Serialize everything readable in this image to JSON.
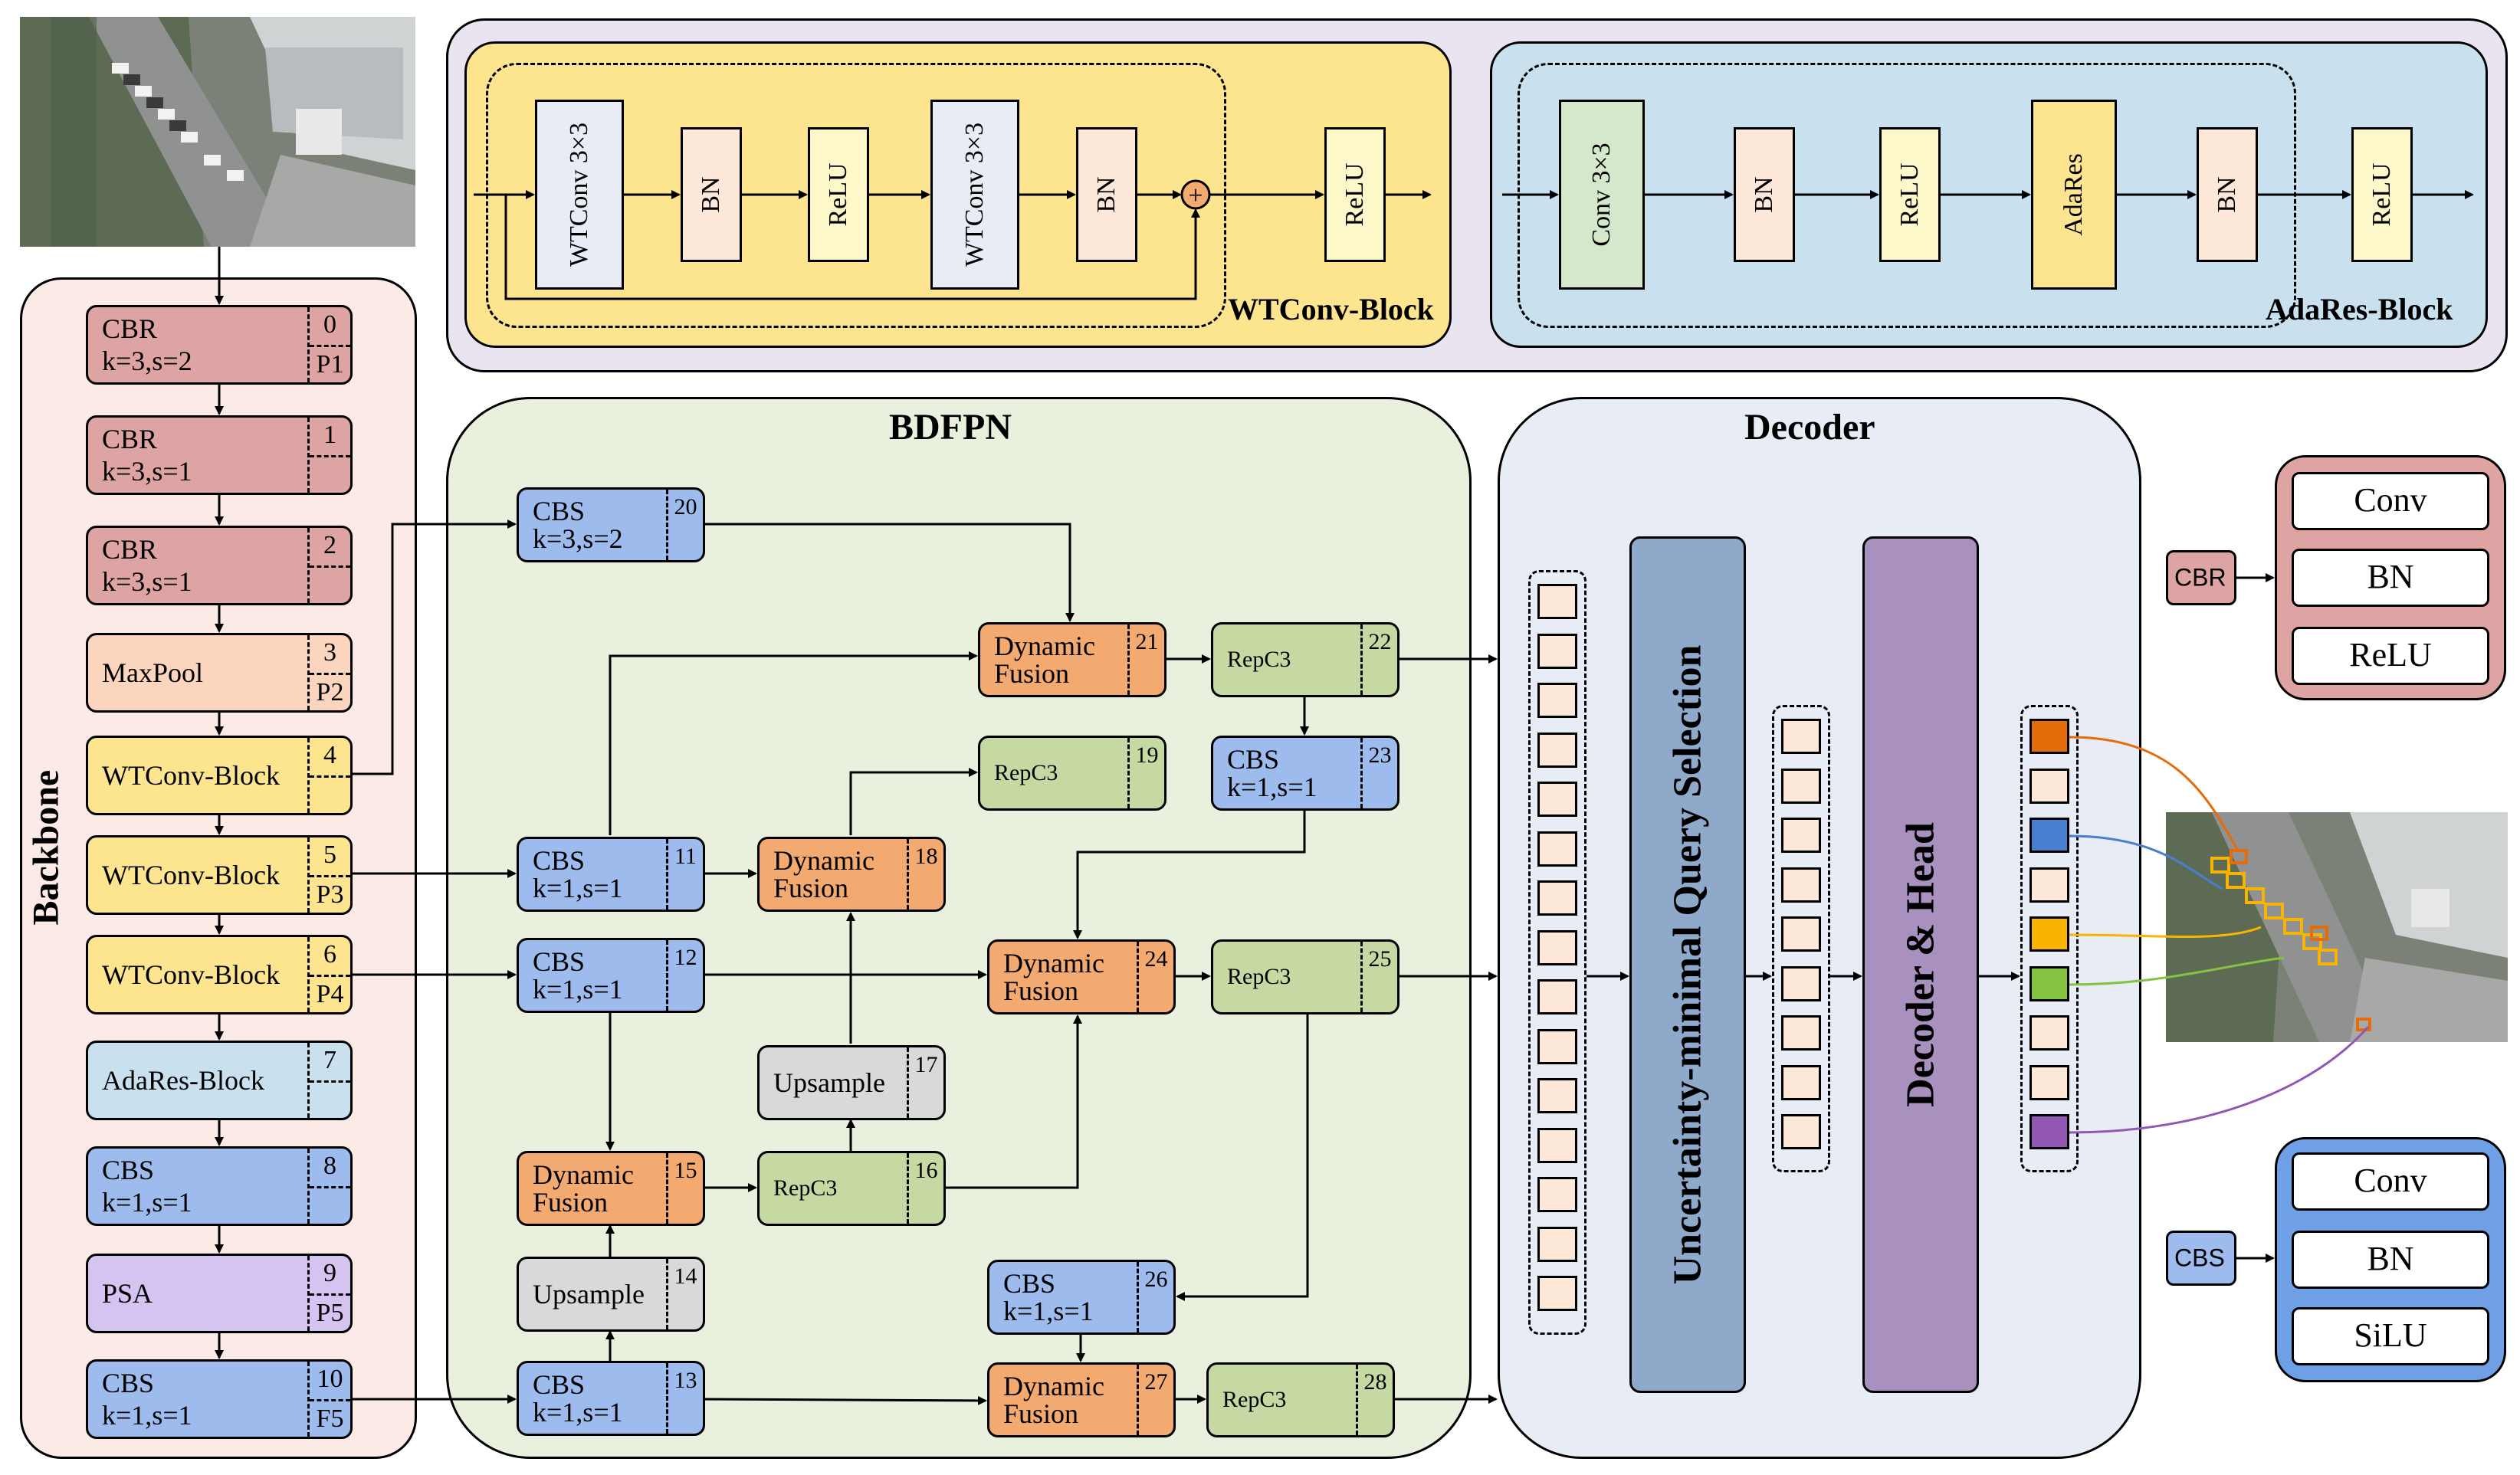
{
  "top": {
    "wtconv": {
      "title": "WTConv-Block",
      "blocks": [
        "WTConv 3×3",
        "BN",
        "ReLU",
        "WTConv 3×3",
        "BN",
        "ReLU"
      ],
      "add_symbol": "+"
    },
    "adares": {
      "title": "AdaRes-Block",
      "blocks": [
        "Conv 3×3",
        "BN",
        "ReLU",
        "AdaRes",
        "BN",
        "ReLU"
      ]
    }
  },
  "backbone": {
    "title": "Backbone",
    "blocks": [
      {
        "l1": "CBR",
        "l2": "k=3,s=2",
        "idx": "0",
        "p": "P1"
      },
      {
        "l1": "CBR",
        "l2": "k=3,s=1",
        "idx": "1",
        "p": ""
      },
      {
        "l1": "CBR",
        "l2": "k=3,s=1",
        "idx": "2",
        "p": ""
      },
      {
        "l1": "MaxPool",
        "l2": "",
        "idx": "3",
        "p": "P2"
      },
      {
        "l1": "WTConv-Block",
        "l2": "",
        "idx": "4",
        "p": ""
      },
      {
        "l1": "WTConv-Block",
        "l2": "",
        "idx": "5",
        "p": "P3"
      },
      {
        "l1": "WTConv-Block",
        "l2": "",
        "idx": "6",
        "p": "P4"
      },
      {
        "l1": "AdaRes-Block",
        "l2": "",
        "idx": "7",
        "p": ""
      },
      {
        "l1": "CBS",
        "l2": "k=1,s=1",
        "idx": "8",
        "p": ""
      },
      {
        "l1": "PSA",
        "l2": "",
        "idx": "9",
        "p": "P5"
      },
      {
        "l1": "CBS",
        "l2": "k=1,s=1",
        "idx": "10",
        "p": "F5"
      }
    ]
  },
  "bdfpn": {
    "title": "BDFPN",
    "blocks": {
      "b20": {
        "l1": "CBS",
        "l2": "k=3,s=2",
        "idx": "20"
      },
      "b21": {
        "l1": "Dynamic",
        "l2": "Fusion",
        "idx": "21"
      },
      "b22": {
        "l1": "RepC3",
        "idx": "22"
      },
      "b19": {
        "l1": "RepC3",
        "idx": "19"
      },
      "b23": {
        "l1": "CBS",
        "l2": "k=1,s=1",
        "idx": "23"
      },
      "b11": {
        "l1": "CBS",
        "l2": "k=1,s=1",
        "idx": "11"
      },
      "b18": {
        "l1": "Dynamic",
        "l2": "Fusion",
        "idx": "18"
      },
      "b12": {
        "l1": "CBS",
        "l2": "k=1,s=1",
        "idx": "12"
      },
      "b24": {
        "l1": "Dynamic",
        "l2": "Fusion",
        "idx": "24"
      },
      "b25": {
        "l1": "RepC3",
        "idx": "25"
      },
      "b17": {
        "l1": "Upsample",
        "idx": "17"
      },
      "b15": {
        "l1": "Dynamic",
        "l2": "Fusion",
        "idx": "15"
      },
      "b16": {
        "l1": "RepC3",
        "idx": "16"
      },
      "b14": {
        "l1": "Upsample",
        "idx": "14"
      },
      "b26": {
        "l1": "CBS",
        "l2": "k=1,s=1",
        "idx": "26"
      },
      "b13": {
        "l1": "CBS",
        "l2": "k=1,s=1",
        "idx": "13"
      },
      "b27": {
        "l1": "Dynamic",
        "l2": "Fusion",
        "idx": "27"
      },
      "b28": {
        "l1": "RepC3",
        "idx": "28"
      }
    }
  },
  "decoder": {
    "title": "Decoder",
    "query_selection": "Uncertainty-minimal Query Selection",
    "head": "Decoder & Head"
  },
  "legend": {
    "cbr": {
      "tag": "CBR",
      "items": [
        "Conv",
        "BN",
        "ReLU"
      ]
    },
    "cbs": {
      "tag": "CBS",
      "items": [
        "Conv",
        "BN",
        "SiLU"
      ]
    }
  },
  "colors": {
    "red": "#dea3a3",
    "peach": "#fbd5bd",
    "yellow": "#fde58f",
    "lightblue": "#c9e1ef",
    "blue": "#9ebbee",
    "purple": "#d5c4f2",
    "orange": "#f3aa71",
    "green": "#c6d9a3",
    "grey": "#d9d9d9",
    "bdfpn_bg": "#e9f1de",
    "backbone_bg": "#fbeae5",
    "decoder_bg": "#e8ecf5",
    "query_bar": "#8fa9cb",
    "head_bar": "#a891bf",
    "out_colors": [
      "#e46c0a",
      "#4a7fcf",
      "#f8b400",
      "#84c441",
      "#9257b5"
    ]
  }
}
